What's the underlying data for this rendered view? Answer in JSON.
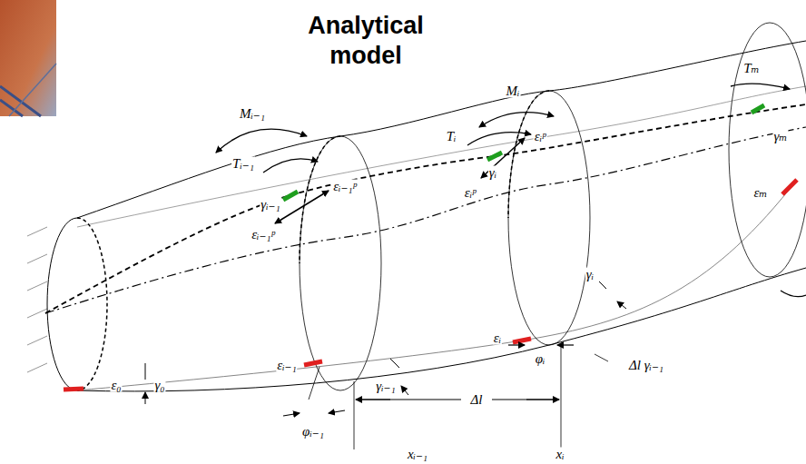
{
  "diagram": {
    "title": "Analytical model",
    "labels": [
      "Tₘ",
      "Mᵢ₋₁",
      "Mᵢ",
      "γₘ",
      "Tᵢ₋₁",
      "Tᵢ",
      "εᵢ₋₁ᵖ",
      "γᵢ₋₁",
      "εᵢ₋₁ᵖ",
      "γᵢ",
      "εᵢᵖ",
      "εᵢᵖ",
      "εₘ",
      "γᵢ",
      "εᵢ₋₁",
      "γᵢ₋₁",
      "εᵢ",
      "Δl γᵢ₋₁",
      "φᵢ",
      "ε₀",
      "γ₀",
      "φᵢ₋₁",
      "Δl",
      "xᵢ₋₁",
      "xᵢ"
    ]
  }
}
